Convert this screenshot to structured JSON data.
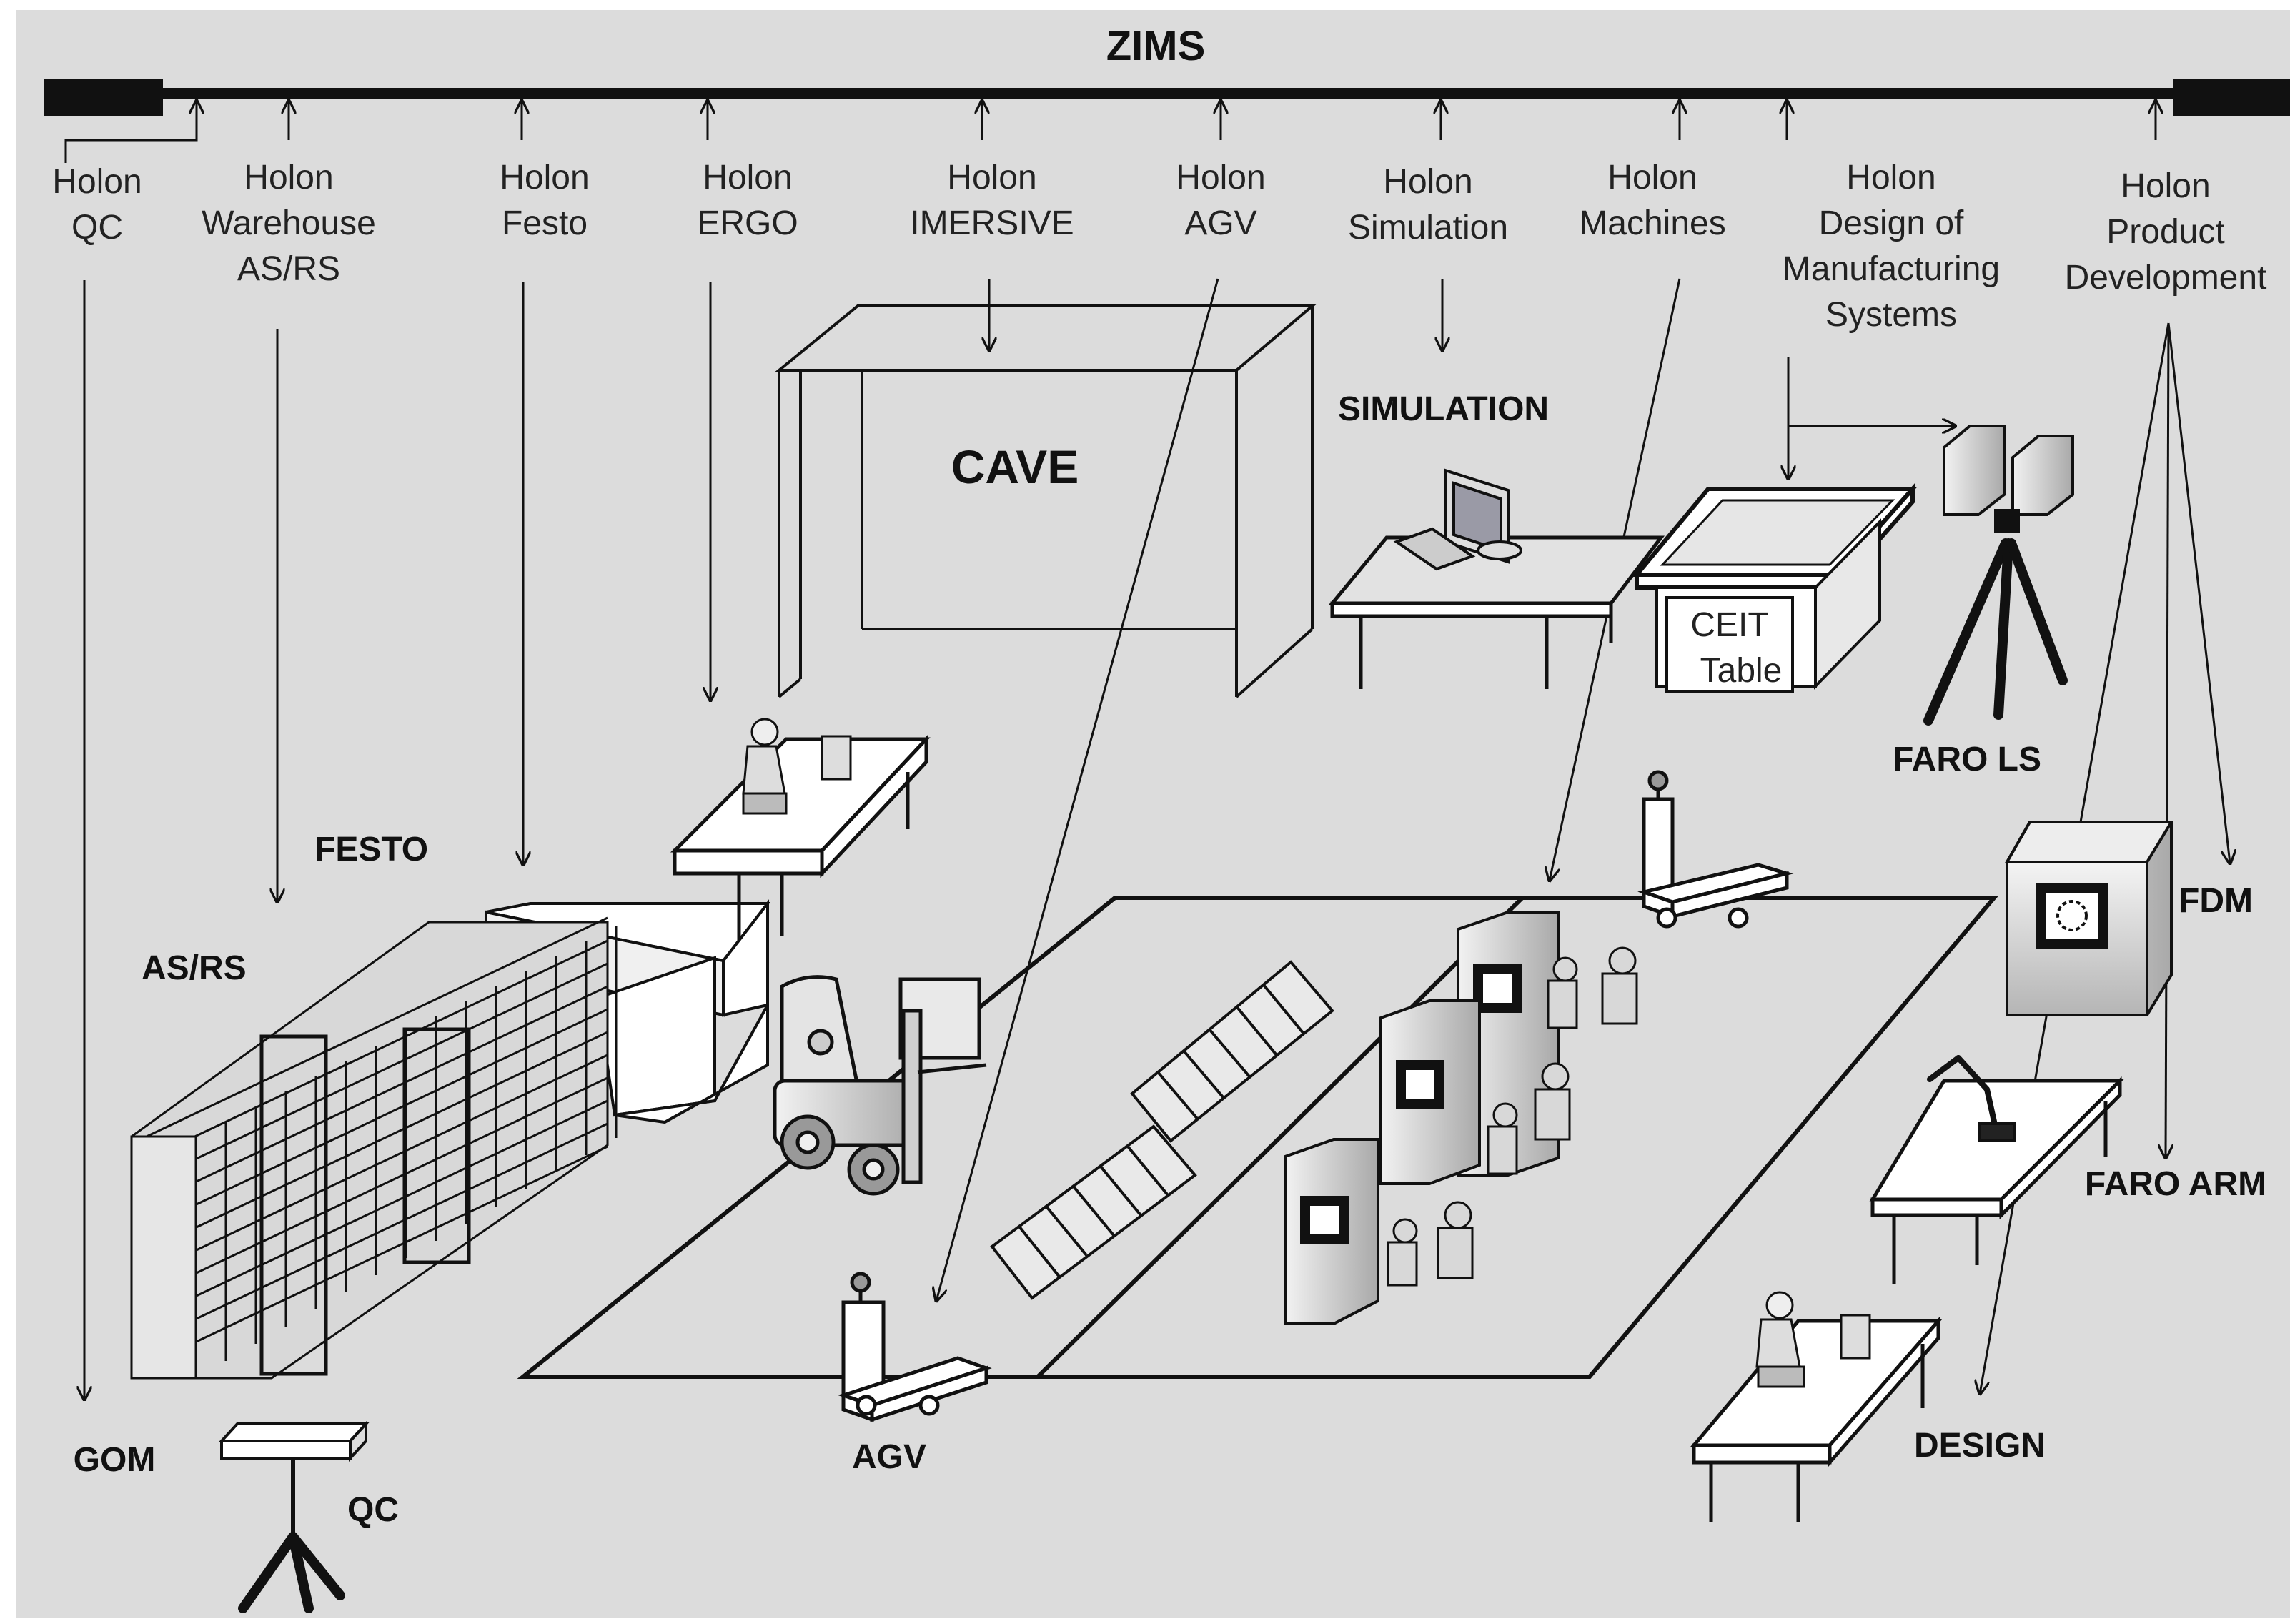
{
  "bus": {
    "title": "ZIMS"
  },
  "holons": [
    {
      "id": "qc",
      "lines": [
        "Holon",
        "QC"
      ]
    },
    {
      "id": "warehouse",
      "lines": [
        "Holon",
        "Warehouse",
        "AS/RS"
      ]
    },
    {
      "id": "festo",
      "lines": [
        "Holon",
        "Festo"
      ]
    },
    {
      "id": "ergo",
      "lines": [
        "Holon",
        "ERGO"
      ]
    },
    {
      "id": "imersive",
      "lines": [
        "Holon",
        "IMERSIVE"
      ]
    },
    {
      "id": "agv",
      "lines": [
        "Holon",
        "AGV"
      ]
    },
    {
      "id": "simulation",
      "lines": [
        "Holon",
        "Simulation"
      ]
    },
    {
      "id": "machines",
      "lines": [
        "Holon",
        "Machines"
      ]
    },
    {
      "id": "design-mfg",
      "lines": [
        "Holon",
        "Design of",
        "Manufacturing",
        "Systems"
      ]
    },
    {
      "id": "product-dev",
      "lines": [
        "Holon",
        "Product",
        "Development"
      ]
    }
  ],
  "areas": {
    "cave": "CAVE",
    "simulation": "SIMULATION",
    "ceit_table": [
      "CEIT",
      "Table"
    ],
    "faro_ls": "FARO LS",
    "festo": "FESTO",
    "asrs": "AS/RS",
    "fdm": "FDM",
    "faro_arm": "FARO ARM",
    "gom": "GOM",
    "qc": "QC",
    "agv": "AGV",
    "design": "DESIGN"
  },
  "colors": {
    "background": "#dcdcdc",
    "line": "#111111",
    "frame": "#ffffff"
  }
}
